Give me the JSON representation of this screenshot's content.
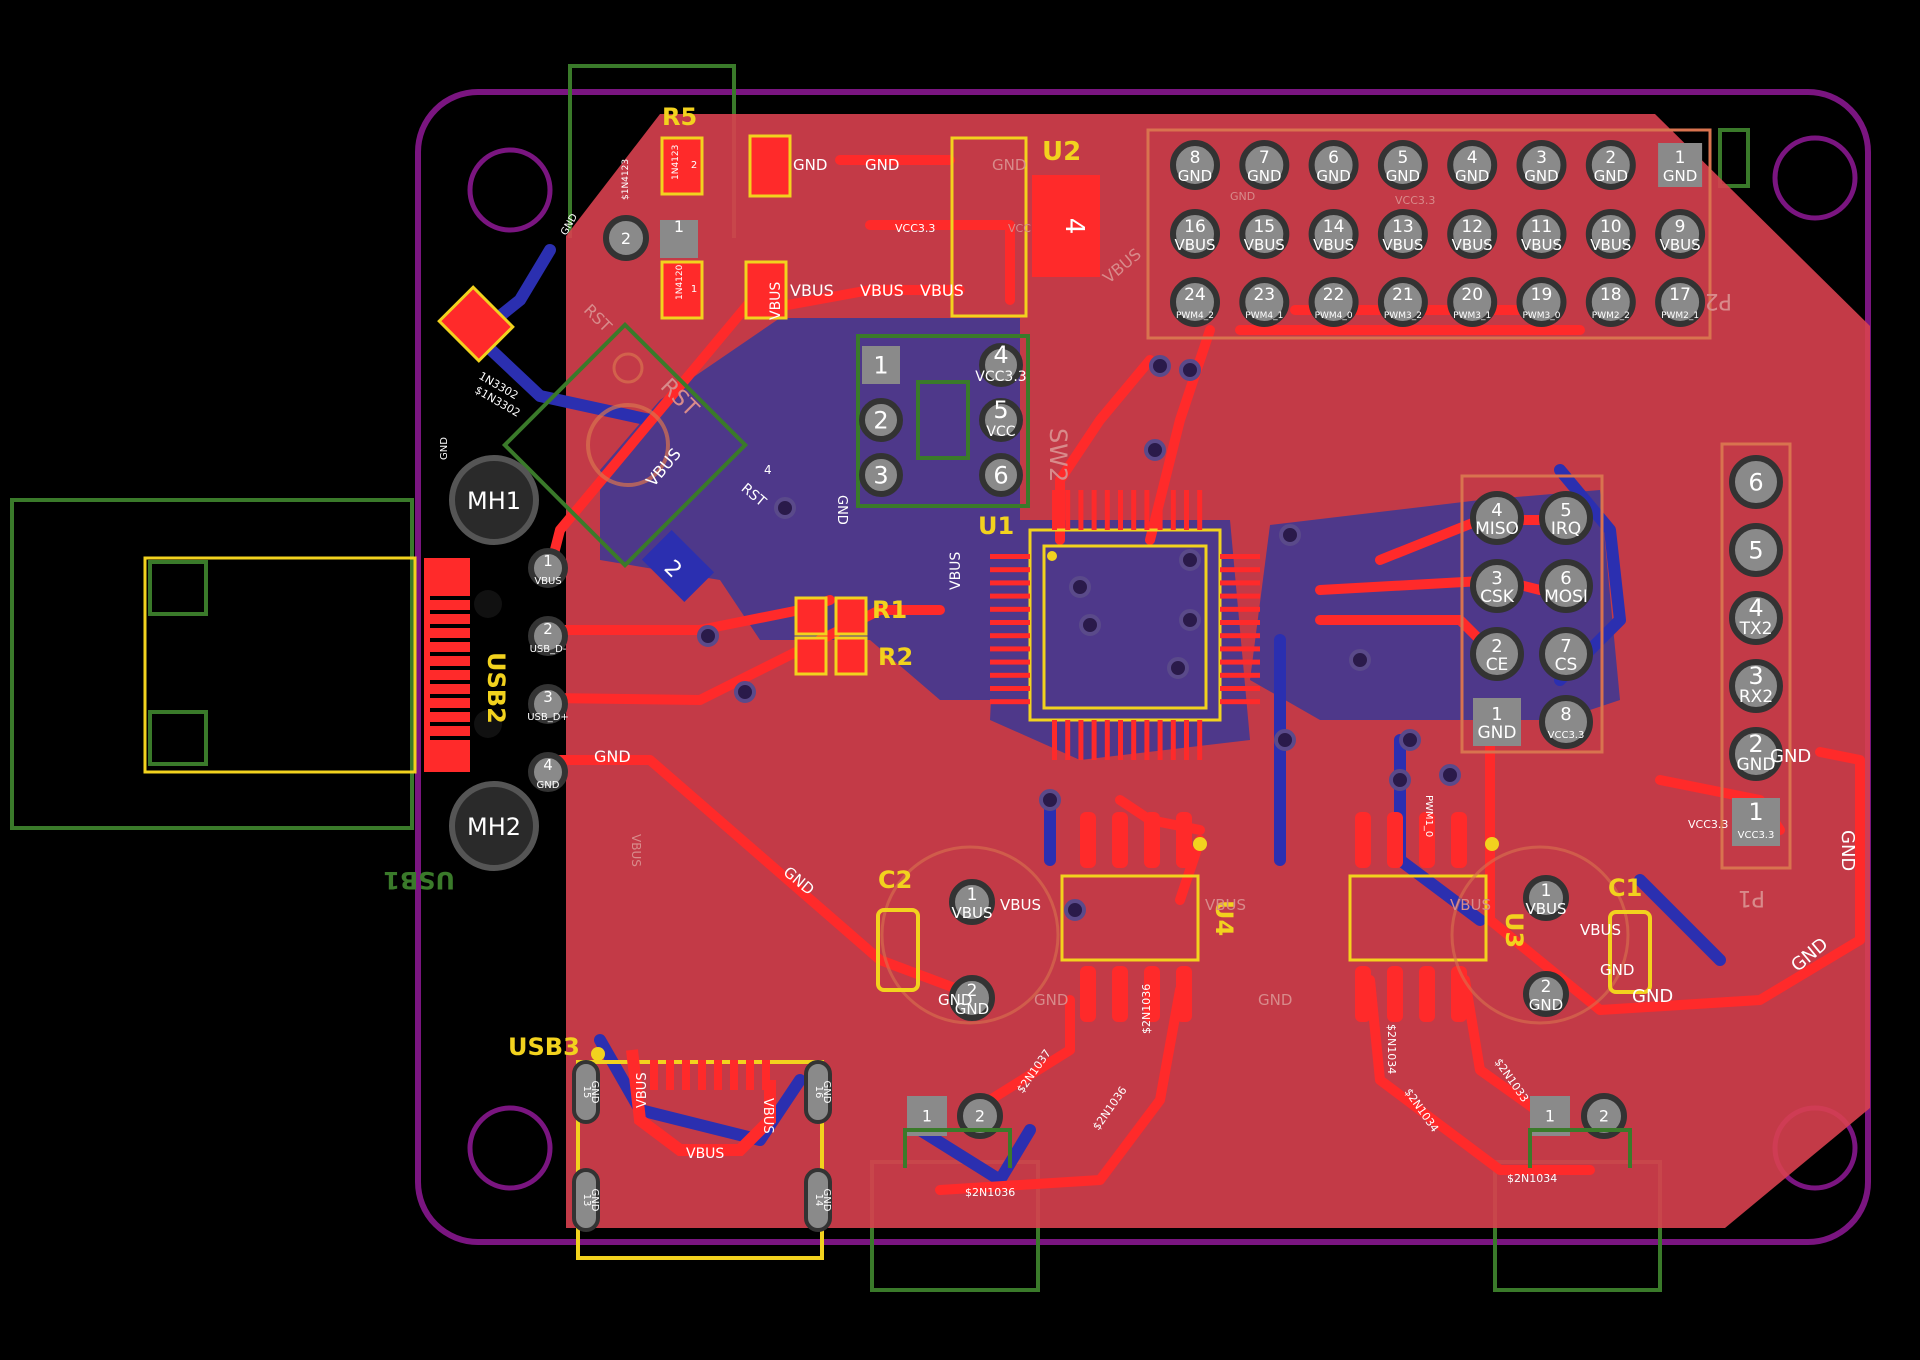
{
  "colors": {
    "background": "#000000",
    "board_outline": "#7a1580",
    "copper_fill": "#d8404f",
    "trace_red": "#ff2a2a",
    "trace_blue": "#2b2fb0",
    "blue_fill": "#3a3896",
    "silkscreen": "#f2d21e",
    "courtyard": "#3a7a2a",
    "pad_gray": "#8a8a8a"
  },
  "icons": {
    "via": "via-dot",
    "mount_hole": "mount-hole-ring"
  },
  "labels": {
    "r5": "R5",
    "u2": "U2",
    "u1": "U1",
    "r1": "R1",
    "r2": "R2",
    "c1": "C1",
    "c2": "C2",
    "u3": "U3",
    "u4": "U4",
    "usb2": "USB2",
    "usb3": "USB3",
    "usb1": "USB1",
    "sw2": "SW2",
    "rst": "RST",
    "p2": "P2",
    "p1": "P1",
    "mh1": "MH1",
    "mh2": "MH2"
  },
  "header_p2": {
    "row1": [
      {
        "num": "8",
        "net": "GND"
      },
      {
        "num": "7",
        "net": "GND"
      },
      {
        "num": "6",
        "net": "GND"
      },
      {
        "num": "5",
        "net": "GND"
      },
      {
        "num": "4",
        "net": "GND"
      },
      {
        "num": "3",
        "net": "GND"
      },
      {
        "num": "2",
        "net": "GND"
      },
      {
        "num": "1",
        "net": "GND"
      }
    ],
    "row2": [
      {
        "num": "16",
        "net": "VBUS"
      },
      {
        "num": "15",
        "net": "VBUS"
      },
      {
        "num": "14",
        "net": "VBUS"
      },
      {
        "num": "13",
        "net": "VBUS"
      },
      {
        "num": "12",
        "net": "VBUS"
      },
      {
        "num": "11",
        "net": "VBUS"
      },
      {
        "num": "10",
        "net": "VBUS"
      },
      {
        "num": "9",
        "net": "VBUS"
      }
    ],
    "row3": [
      {
        "num": "24",
        "net": "PWM4_2"
      },
      {
        "num": "23",
        "net": "PWM4_1"
      },
      {
        "num": "22",
        "net": "PWM4_0"
      },
      {
        "num": "21",
        "net": "PWM3_2"
      },
      {
        "num": "20",
        "net": "PWM3_1"
      },
      {
        "num": "19",
        "net": "PWM3_0"
      },
      {
        "num": "18",
        "net": "PWM2_2"
      },
      {
        "num": "17",
        "net": "PWM2_1"
      }
    ],
    "between_rows": "GND",
    "vcc_label": "VCC3.3"
  },
  "radio_header": [
    {
      "num": "4",
      "net": "MISO"
    },
    {
      "num": "5",
      "net": "IRQ"
    },
    {
      "num": "3",
      "net": "CSK"
    },
    {
      "num": "6",
      "net": "MOSI"
    },
    {
      "num": "2",
      "net": "CE"
    },
    {
      "num": "7",
      "net": "CS"
    },
    {
      "num": "1",
      "net": "GND"
    },
    {
      "num": "8",
      "net": "VCC3.3"
    }
  ],
  "header_p1": [
    {
      "num": "6",
      "net": ""
    },
    {
      "num": "5",
      "net": ""
    },
    {
      "num": "4",
      "net": "TX2"
    },
    {
      "num": "3",
      "net": "RX2"
    },
    {
      "num": "2",
      "net": "GND"
    },
    {
      "num": "1",
      "net": "VCC3.3"
    }
  ],
  "sw2_pins": [
    {
      "num": "1",
      "net": ""
    },
    {
      "num": "2",
      "net": ""
    },
    {
      "num": "3",
      "net": ""
    },
    {
      "num": "4",
      "net": "VCC3.3"
    },
    {
      "num": "5",
      "net": "VCC"
    },
    {
      "num": "6",
      "net": ""
    }
  ],
  "usb1_pins": [
    {
      "num": "1",
      "net": "VBUS"
    },
    {
      "num": "2",
      "net": "USB_D-"
    },
    {
      "num": "3",
      "net": "USB_D+"
    },
    {
      "num": "4",
      "net": "GND"
    }
  ],
  "usb3_pins": [
    {
      "num": "15",
      "net": "GND"
    },
    {
      "num": "16",
      "net": "GND"
    },
    {
      "num": "13",
      "net": "GND"
    },
    {
      "num": "14",
      "net": "GND"
    }
  ],
  "cap_pins": [
    {
      "num": "1",
      "net": "VBUS"
    },
    {
      "num": "2",
      "net": "GND"
    }
  ],
  "motor_pins": [
    {
      "num": "1"
    },
    {
      "num": "2"
    }
  ],
  "u2_tab": "4",
  "sw_rst_pin": {
    "num": "2"
  },
  "rst_pad": {
    "num": "4",
    "net": "RST"
  },
  "r5_pins": [
    {
      "num": "2",
      "net": "1N4123"
    },
    {
      "num": "1",
      "net": "1N4120"
    }
  ],
  "nets": {
    "gnd": "GND",
    "vbus": "VBUS",
    "vcc": "VCC",
    "vcc33": "VCC3.3",
    "n1036": "$2N1036",
    "n1037": "$2N1037",
    "n1034": "$2N1034",
    "n1033": "$2N1033",
    "n302": "$1N3302",
    "n302b": "1N3302",
    "n4123": "$1N4123",
    "usb_dm": "USB_D-",
    "usb_dp": "USB_D+",
    "pwm10": "PWM1_0"
  }
}
